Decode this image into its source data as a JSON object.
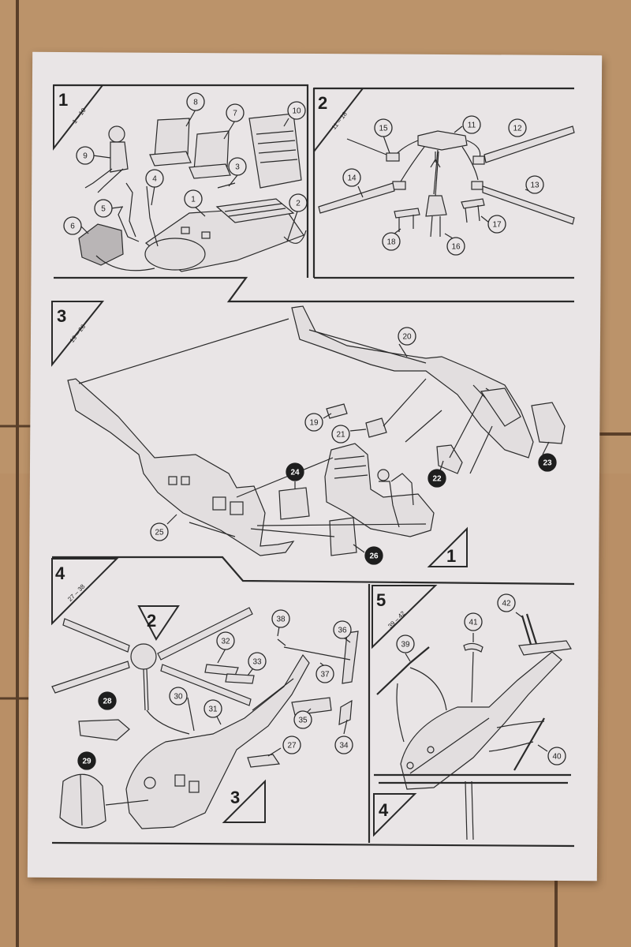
{
  "colors": {
    "tile": "#b98f66",
    "grout": "#5a3f29",
    "paper": "#e9e5e6",
    "ink": "#1e1e1e"
  },
  "steps": [
    {
      "number": "1",
      "range": "1 – 10",
      "callouts": [
        {
          "label": "1",
          "style": "outline"
        },
        {
          "label": "2",
          "style": "outline"
        },
        {
          "label": "3",
          "style": "outline"
        },
        {
          "label": "4",
          "style": "outline"
        },
        {
          "label": "5",
          "style": "outline"
        },
        {
          "label": "6",
          "style": "outline"
        },
        {
          "label": "7",
          "style": "outline"
        },
        {
          "label": "8",
          "style": "outline"
        },
        {
          "label": "9",
          "style": "outline"
        },
        {
          "label": "10",
          "style": "outline"
        }
      ]
    },
    {
      "number": "2",
      "range": "11 – 18",
      "callouts": [
        {
          "label": "11",
          "style": "outline"
        },
        {
          "label": "12",
          "style": "outline"
        },
        {
          "label": "13",
          "style": "outline"
        },
        {
          "label": "14",
          "style": "outline"
        },
        {
          "label": "15",
          "style": "outline"
        },
        {
          "label": "16",
          "style": "outline"
        },
        {
          "label": "17",
          "style": "outline"
        },
        {
          "label": "18",
          "style": "outline"
        }
      ]
    },
    {
      "number": "3",
      "range": "19 – 26",
      "callouts": [
        {
          "label": "19",
          "style": "outline"
        },
        {
          "label": "20",
          "style": "outline"
        },
        {
          "label": "21",
          "style": "outline"
        },
        {
          "label": "22",
          "style": "filled"
        },
        {
          "label": "23",
          "style": "filled"
        },
        {
          "label": "24",
          "style": "filled"
        },
        {
          "label": "25",
          "style": "outline"
        },
        {
          "label": "26",
          "style": "filled"
        }
      ],
      "reference": "1"
    },
    {
      "number": "4",
      "range": "27 – 38",
      "callouts": [
        {
          "label": "27",
          "style": "outline"
        },
        {
          "label": "28",
          "style": "filled"
        },
        {
          "label": "29",
          "style": "filled"
        },
        {
          "label": "30",
          "style": "outline"
        },
        {
          "label": "31",
          "style": "outline"
        },
        {
          "label": "32",
          "style": "outline"
        },
        {
          "label": "33",
          "style": "outline"
        },
        {
          "label": "34",
          "style": "outline"
        },
        {
          "label": "35",
          "style": "outline"
        },
        {
          "label": "36",
          "style": "outline"
        },
        {
          "label": "37",
          "style": "outline"
        },
        {
          "label": "38",
          "style": "outline"
        }
      ],
      "references": [
        "2",
        "3"
      ]
    },
    {
      "number": "5",
      "range": "39 – 42",
      "callouts": [
        {
          "label": "39",
          "style": "outline"
        },
        {
          "label": "40",
          "style": "outline"
        },
        {
          "label": "41",
          "style": "outline"
        },
        {
          "label": "42",
          "style": "outline"
        }
      ],
      "reference": "4"
    }
  ]
}
